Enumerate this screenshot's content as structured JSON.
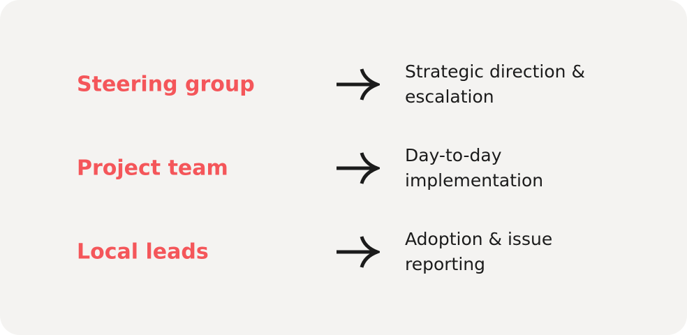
{
  "rows": [
    {
      "label": "Steering group",
      "desc": [
        "Strategic direction &",
        "escalation"
      ]
    },
    {
      "label": "Project team",
      "desc": [
        "Day-to-day",
        "implementation"
      ]
    },
    {
      "label": "Local leads",
      "desc": [
        "Adoption & issue",
        "reporting"
      ]
    }
  ],
  "colors": {
    "accent": "#f4565a",
    "text": "#1b1b1b",
    "background": "#f4f3f1"
  },
  "icon": "arrow-right-icon"
}
